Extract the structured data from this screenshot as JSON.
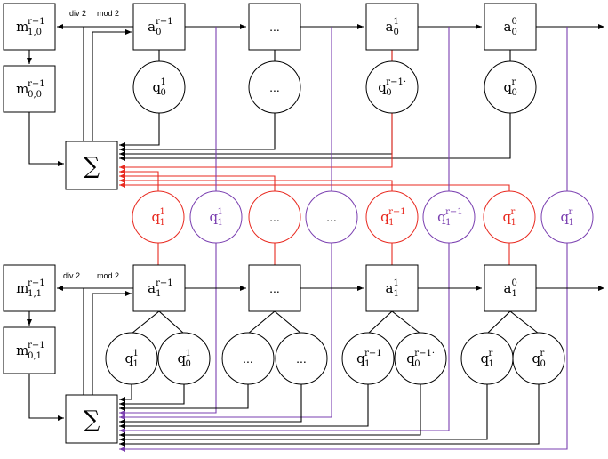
{
  "registers_top": {
    "m_high": {
      "base": "m",
      "sub": "1,0",
      "sup": "r−1"
    },
    "m_low": {
      "base": "m",
      "sub": "0,0",
      "sup": "r−1"
    }
  },
  "registers_bottom": {
    "m_high": {
      "base": "m",
      "sub": "1,1",
      "sup": "r−1"
    },
    "m_low": {
      "base": "m",
      "sub": "0,1",
      "sup": "r−1"
    }
  },
  "ops": {
    "div": "div 2",
    "mod": "mod 2"
  },
  "sum_symbol": "∑",
  "ellipsis": "...",
  "top_row": {
    "a": [
      {
        "base": "a",
        "sub": "0",
        "sup": "r−1"
      },
      {
        "base": "...",
        "sub": "",
        "sup": ""
      },
      {
        "base": "a",
        "sub": "0",
        "sup": "1"
      },
      {
        "base": "a",
        "sub": "0",
        "sup": "0"
      }
    ],
    "q": [
      {
        "base": "q",
        "sub": "0",
        "sup": "1"
      },
      {
        "base": "...",
        "sub": "",
        "sup": ""
      },
      {
        "base": "q",
        "sub": "0",
        "sup": "r−1·"
      },
      {
        "base": "q",
        "sub": "0",
        "sup": "r"
      }
    ]
  },
  "middle_row": [
    {
      "base": "q",
      "sub": "1",
      "sup": "1",
      "color": "#e8291f"
    },
    {
      "base": "q",
      "sub": "1",
      "sup": "1",
      "color": "#7a3fb0"
    },
    {
      "base": "...",
      "sub": "",
      "sup": "",
      "color": "#e8291f"
    },
    {
      "base": "...",
      "sub": "",
      "sup": "",
      "color": "#7a3fb0"
    },
    {
      "base": "q",
      "sub": "1",
      "sup": "r−1",
      "color": "#e8291f"
    },
    {
      "base": "q",
      "sub": "1",
      "sup": "r−1",
      "color": "#7a3fb0"
    },
    {
      "base": "q",
      "sub": "1",
      "sup": "r",
      "color": "#e8291f"
    },
    {
      "base": "q",
      "sub": "1",
      "sup": "r",
      "color": "#7a3fb0"
    }
  ],
  "bottom_row": {
    "a": [
      {
        "base": "a",
        "sub": "1",
        "sup": "r−1"
      },
      {
        "base": "...",
        "sub": "",
        "sup": ""
      },
      {
        "base": "a",
        "sub": "1",
        "sup": "1"
      },
      {
        "base": "a",
        "sub": "1",
        "sup": "0"
      }
    ],
    "q": [
      {
        "base": "q",
        "sub": "1",
        "sup": "1"
      },
      {
        "base": "q",
        "sub": "0",
        "sup": "1"
      },
      {
        "base": "...",
        "sub": "",
        "sup": ""
      },
      {
        "base": "...",
        "sub": "",
        "sup": ""
      },
      {
        "base": "q",
        "sub": "1",
        "sup": "r−1"
      },
      {
        "base": "q",
        "sub": "0",
        "sup": "r−1·"
      },
      {
        "base": "q",
        "sub": "1",
        "sup": "r"
      },
      {
        "base": "q",
        "sub": "0",
        "sup": "r"
      }
    ]
  },
  "colors": {
    "black": "#000000",
    "red": "#e8291f",
    "purple": "#7a3fb0"
  }
}
